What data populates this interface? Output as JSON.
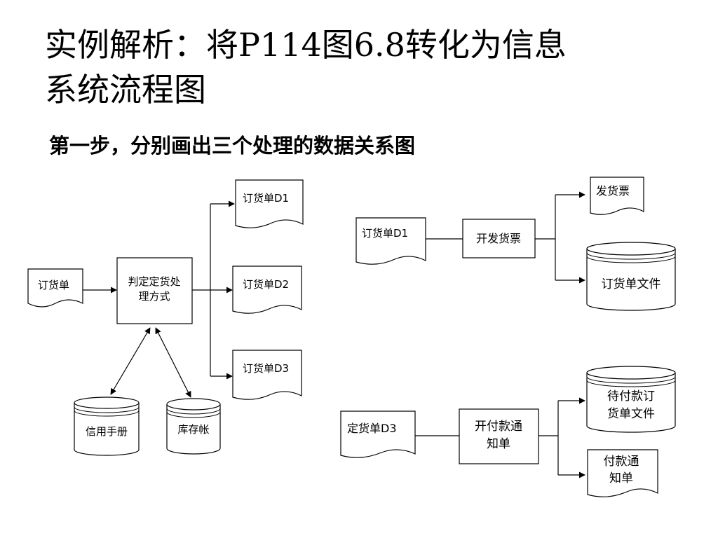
{
  "title": {
    "line1": "实例解析：将P114图6.8转化为信息",
    "line2": "系统流程图"
  },
  "subtitle": "第一步，分别画出三个处理的数据关系图",
  "diagram1": {
    "input_doc": "订货单",
    "process": [
      "判定定货处",
      "理方式"
    ],
    "store_left": "信用手册",
    "store_right": "库存帐",
    "output_d1": "订货单D1",
    "output_d2": "订货单D2",
    "output_d3": "订货单D3"
  },
  "diagram2": {
    "input_doc": "订货单D1",
    "process": "开发货票",
    "output_doc": "发货票",
    "output_store": "订货单文件"
  },
  "diagram3": {
    "input_doc": "定货单D3",
    "process": [
      "开付款通",
      "知单"
    ],
    "output_store": [
      "待付款订",
      "货单文件"
    ],
    "output_doc": [
      "付款通",
      "知单"
    ]
  }
}
